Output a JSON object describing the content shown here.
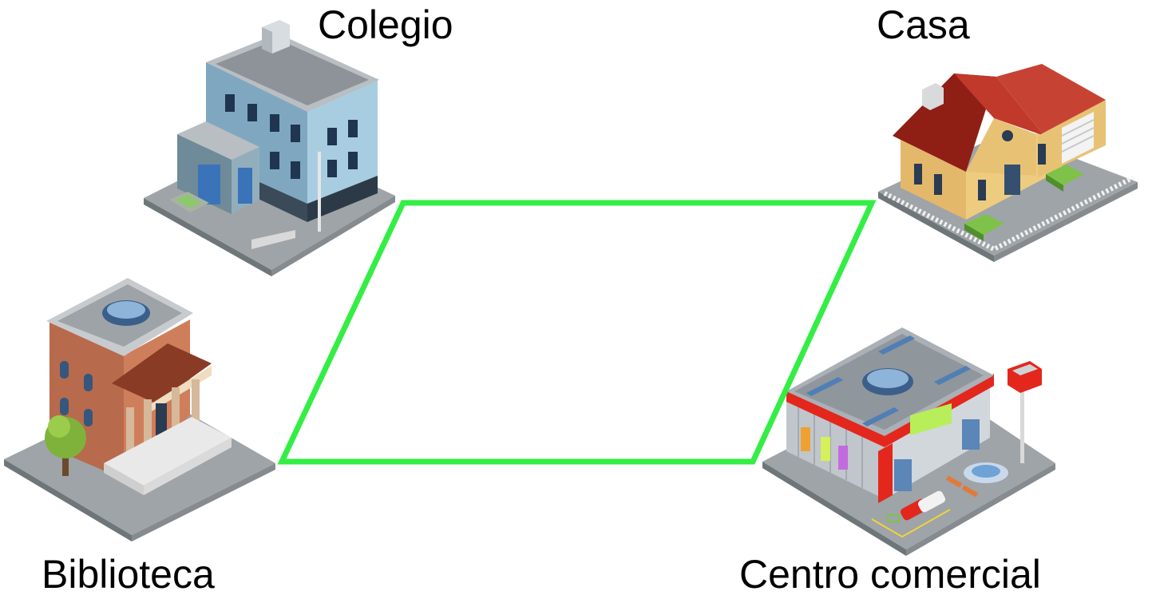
{
  "labels": {
    "colegio": "Colegio",
    "casa": "Casa",
    "biblioteca": "Biblioteca",
    "centro_comercial": "Centro comercial"
  },
  "route": {
    "color": "#33ee44"
  },
  "buildings": [
    {
      "id": "colegio",
      "icon": "school-building-icon"
    },
    {
      "id": "casa",
      "icon": "house-icon"
    },
    {
      "id": "biblioteca",
      "icon": "library-icon"
    },
    {
      "id": "centro_comercial",
      "icon": "shopping-mall-icon"
    }
  ]
}
